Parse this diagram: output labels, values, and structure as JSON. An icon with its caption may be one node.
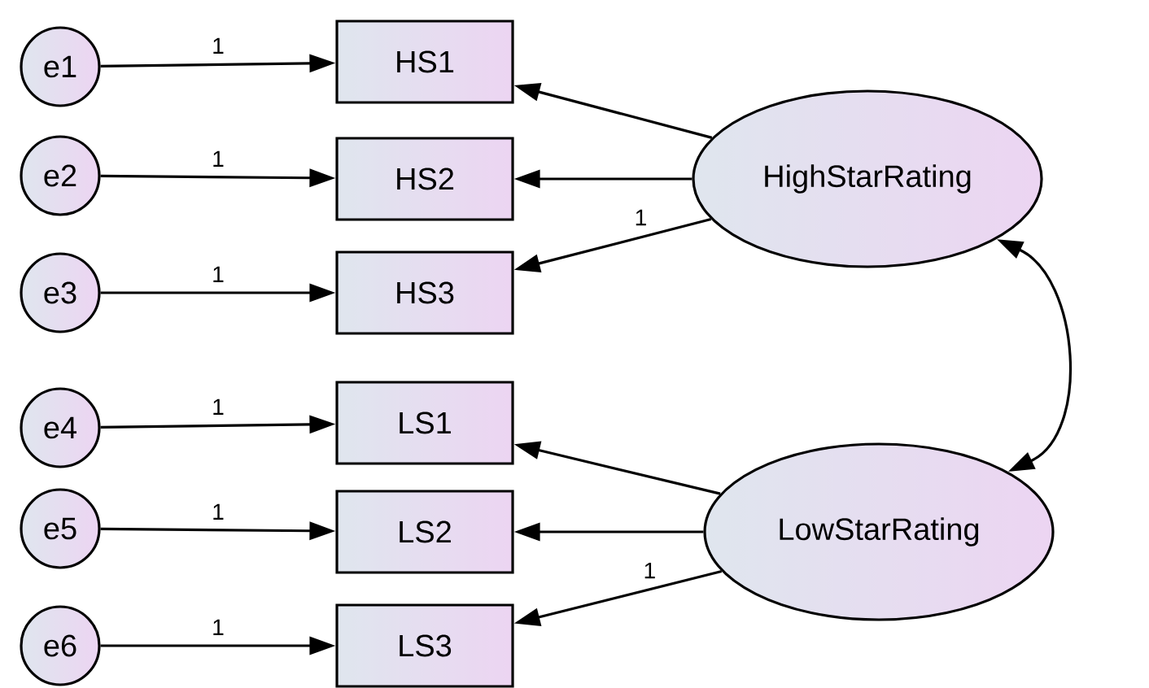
{
  "diagram": {
    "nodes": [
      {
        "text": [
          "e1"
        ]
      },
      {
        "text": [
          "e2"
        ]
      },
      {
        "text": [
          "e3"
        ]
      },
      {
        "text": [
          "e4"
        ]
      },
      {
        "text": [
          "e5"
        ]
      },
      {
        "text": [
          "e6"
        ]
      },
      {
        "text": [
          "HS1"
        ]
      },
      {
        "text": [
          "HS2"
        ]
      },
      {
        "text": [
          "HS3"
        ]
      },
      {
        "text": [
          "LS1"
        ]
      },
      {
        "text": [
          "LS2"
        ]
      },
      {
        "text": [
          "LS3"
        ]
      },
      {
        "text": [
          "HighStarRating"
        ]
      },
      {
        "text": [
          "LowStarRating"
        ]
      }
    ],
    "edges": [
      {
        "from": 0,
        "to": 6,
        "arrow": "to",
        "label": "1"
      },
      {
        "from": 1,
        "to": 7,
        "arrow": "to",
        "label": "1"
      },
      {
        "from": 2,
        "to": 8,
        "arrow": "to",
        "label": "1"
      },
      {
        "from": 3,
        "to": 9,
        "arrow": "to",
        "label": "1"
      },
      {
        "from": 4,
        "to": 10,
        "arrow": "to",
        "label": "1"
      },
      {
        "from": 5,
        "to": 11,
        "arrow": "to",
        "label": "1"
      },
      {
        "from": 12,
        "to": 6,
        "arrow": "to"
      },
      {
        "from": 12,
        "to": 7,
        "arrow": "to"
      },
      {
        "from": 12,
        "to": 8,
        "arrow": "to",
        "label": "1"
      },
      {
        "from": 13,
        "to": 9,
        "arrow": "to"
      },
      {
        "from": 13,
        "to": 10,
        "arrow": "to"
      },
      {
        "from": 13,
        "to": 11,
        "arrow": "to",
        "label": "1"
      },
      {
        "from": 12,
        "to": 13,
        "arrow": "both"
      }
    ]
  }
}
